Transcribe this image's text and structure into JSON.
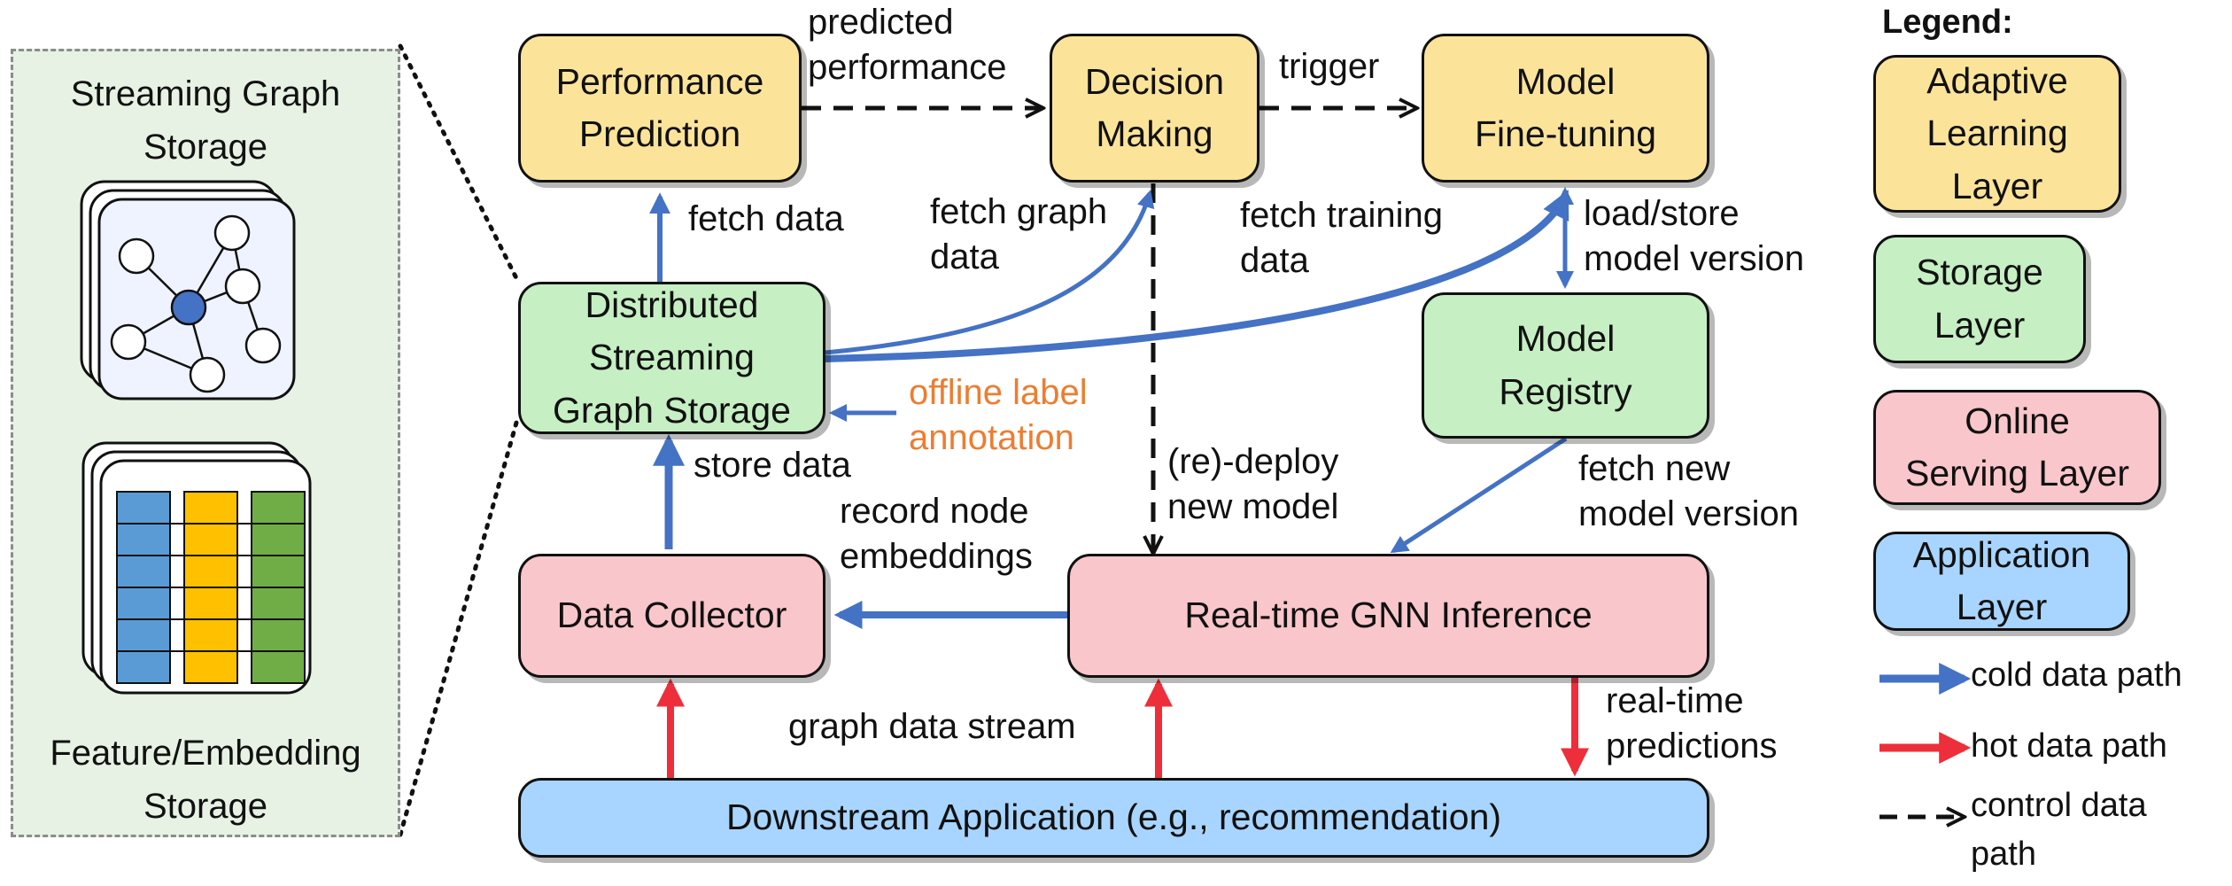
{
  "colors": {
    "adaptive_learning": "#fbe49a",
    "storage": "#c6efc3",
    "online_serving": "#f9c6cb",
    "application": "#a8d5ff",
    "cold_path": "#4472c4",
    "hot_path": "#ee2e3a",
    "control_path": "#111111",
    "annotation": "#ed7d31"
  },
  "storage_panel": {
    "top_label": "Streaming Graph\nStorage",
    "bottom_label": "Feature/Embedding\nStorage"
  },
  "boxes": {
    "performance_prediction": "Performance\nPrediction",
    "decision_making": "Decision\nMaking",
    "model_finetuning": "Model\nFine-tuning",
    "distributed_storage": "Distributed\nStreaming\nGraph Storage",
    "model_registry": "Model\nRegistry",
    "data_collector": "Data Collector",
    "gnn_inference": "Real-time GNN Inference",
    "downstream_app": "Downstream Application (e.g., recommendation)"
  },
  "edge_labels": {
    "predicted_performance": "predicted\nperformance",
    "trigger": "trigger",
    "fetch_data": "fetch data",
    "fetch_graph_data": "fetch graph\ndata",
    "fetch_training_data": "fetch training\ndata",
    "load_store_model": "load/store\nmodel version",
    "offline_label": "offline label\nannotation",
    "store_data": "store data",
    "redeploy": "(re)-deploy\nnew model",
    "fetch_new_model": "fetch new\nmodel version",
    "record_embeddings": "record node\nembeddings",
    "graph_data_stream": "graph data stream",
    "realtime_predictions": "real-time\npredictions"
  },
  "legend": {
    "title": "Legend:",
    "adaptive": "Adaptive\nLearning\nLayer",
    "storage": "Storage\nLayer",
    "online": "Online\nServing Layer",
    "application": "Application\nLayer",
    "cold": "cold data path",
    "hot": "hot data path",
    "control": "control data\npath"
  }
}
